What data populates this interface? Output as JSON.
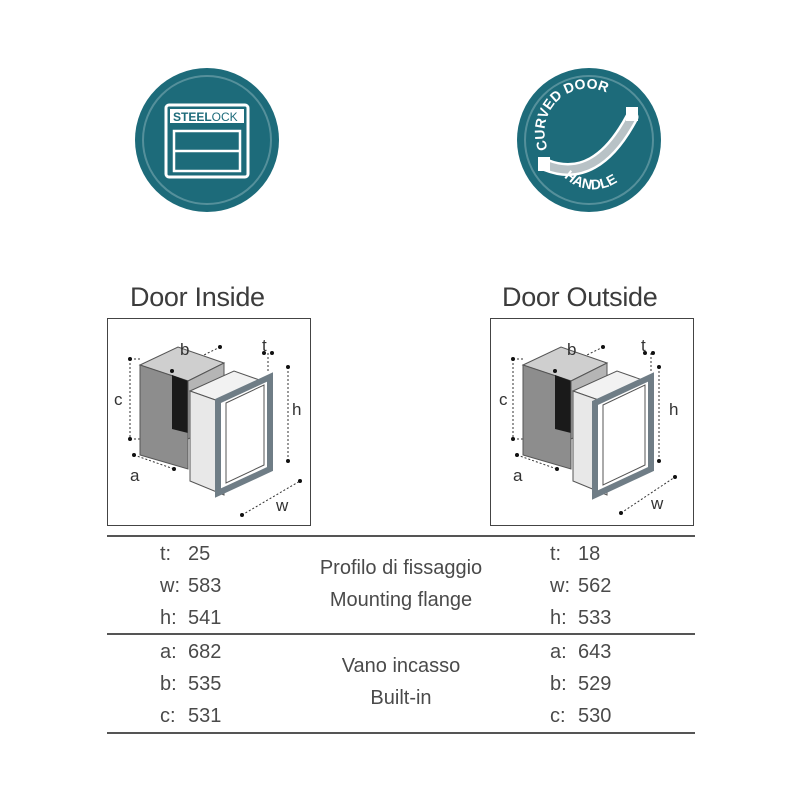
{
  "badges": {
    "steelock": {
      "icon": "steelock-badge-icon",
      "text_a": "STEEL",
      "text_b": "OCK",
      "color": "#1d6b7a"
    },
    "curved_door_handle": {
      "icon": "curved-door-handle-badge-icon",
      "text_top": "CURVED DOOR",
      "text_bottom": "HANDLE",
      "color": "#1d6b7a"
    }
  },
  "diagrams": {
    "inside": {
      "title": "Door Inside",
      "labels": {
        "b": "b",
        "t": "t",
        "c": "c",
        "h": "h",
        "a": "a",
        "w": "w"
      }
    },
    "outside": {
      "title": "Door Outside",
      "labels": {
        "b": "b",
        "t": "t",
        "c": "c",
        "h": "h",
        "a": "a",
        "w": "w"
      }
    }
  },
  "flange": {
    "label_it": "Profilo di fissaggio",
    "label_en": "Mounting flange",
    "left": [
      {
        "k": "t:",
        "v": "25"
      },
      {
        "k": "w:",
        "v": "583"
      },
      {
        "k": "h:",
        "v": "541"
      }
    ],
    "right": [
      {
        "k": "t:",
        "v": "18"
      },
      {
        "k": "w:",
        "v": "562"
      },
      {
        "k": "h:",
        "v": "533"
      }
    ]
  },
  "builtin": {
    "label_it": "Vano incasso",
    "label_en": "Built-in",
    "left": [
      {
        "k": "a:",
        "v": "682"
      },
      {
        "k": "b:",
        "v": "535"
      },
      {
        "k": "c:",
        "v": "531"
      }
    ],
    "right": [
      {
        "k": "a:",
        "v": "643"
      },
      {
        "k": "b:",
        "v": "529"
      },
      {
        "k": "c:",
        "v": "530"
      }
    ]
  }
}
